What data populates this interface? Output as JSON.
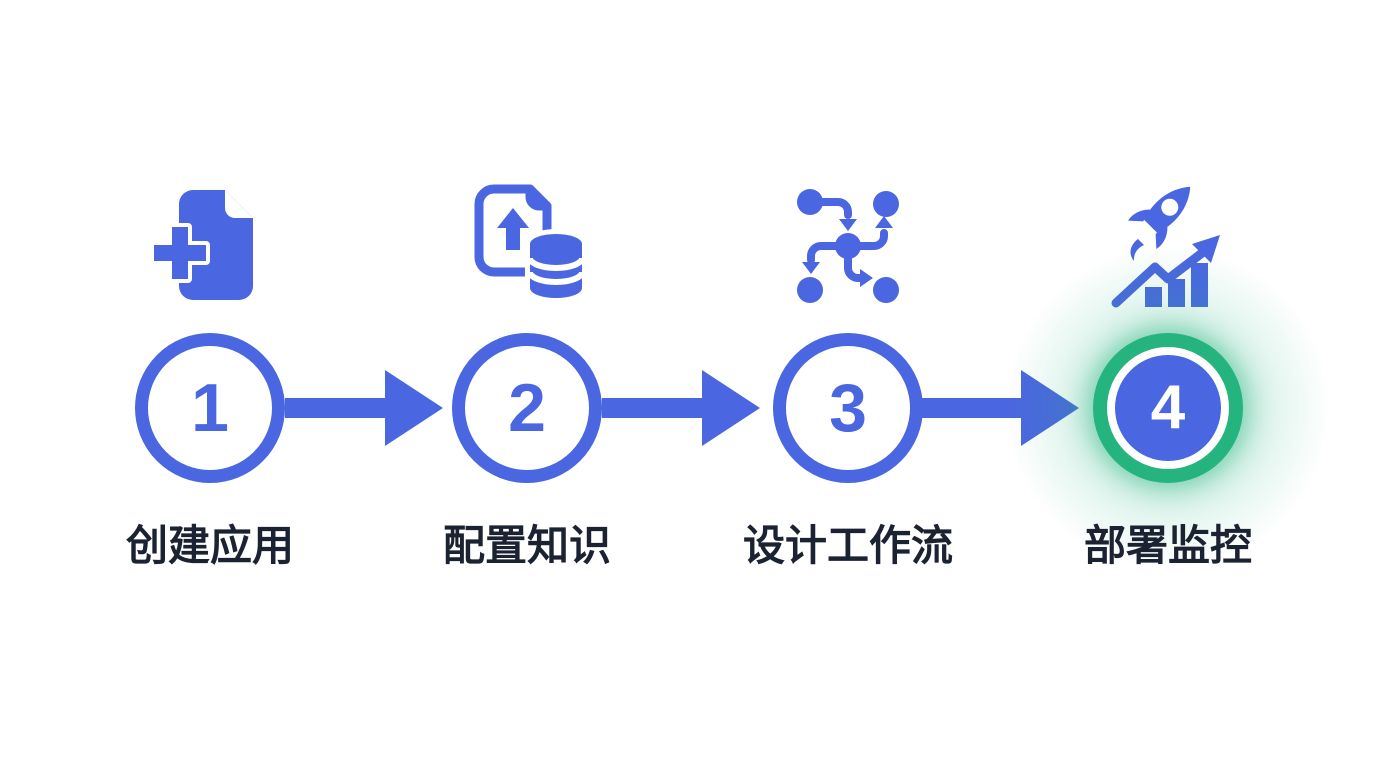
{
  "diagram": {
    "steps": [
      {
        "number": "1",
        "label": "创建应用",
        "icon": "file-plus-icon",
        "active": false
      },
      {
        "number": "2",
        "label": "配置知识",
        "icon": "file-upload-database-icon",
        "active": false
      },
      {
        "number": "3",
        "label": "设计工作流",
        "icon": "workflow-nodes-icon",
        "active": false
      },
      {
        "number": "4",
        "label": "部署监控",
        "icon": "rocket-growth-chart-icon",
        "active": true
      }
    ],
    "colors": {
      "primary_blue": "#4a66e0",
      "active_green": "#25b380",
      "label_text": "#1b2231",
      "background": "#ffffff",
      "active_number_text": "#ffffff"
    }
  }
}
